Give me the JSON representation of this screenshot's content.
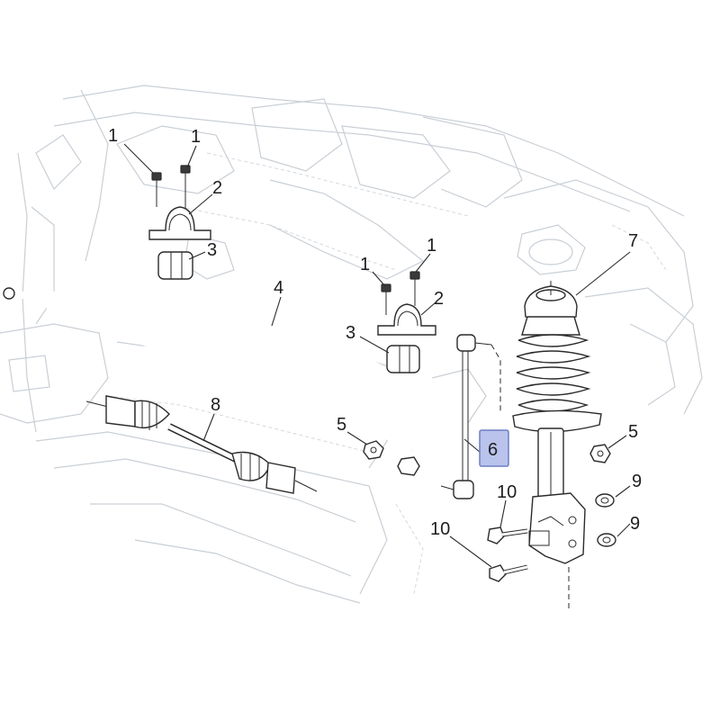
{
  "callouts": {
    "c1a": "1",
    "c1b": "1",
    "c1c": "1",
    "c1d": "1",
    "c2a": "2",
    "c2b": "2",
    "c3a": "3",
    "c3b": "3",
    "c4": "4",
    "c5a": "5",
    "c5b": "5",
    "c6": "6",
    "c7": "7",
    "c8": "8",
    "c9a": "9",
    "c9b": "9",
    "c10a": "10",
    "c10b": "10"
  },
  "colors": {
    "highlight_fill": "#b9c3ec",
    "highlight_stroke": "#6f7fc4",
    "background_lines": "#c9cfd6",
    "part_lines": "#2b2b2b"
  }
}
